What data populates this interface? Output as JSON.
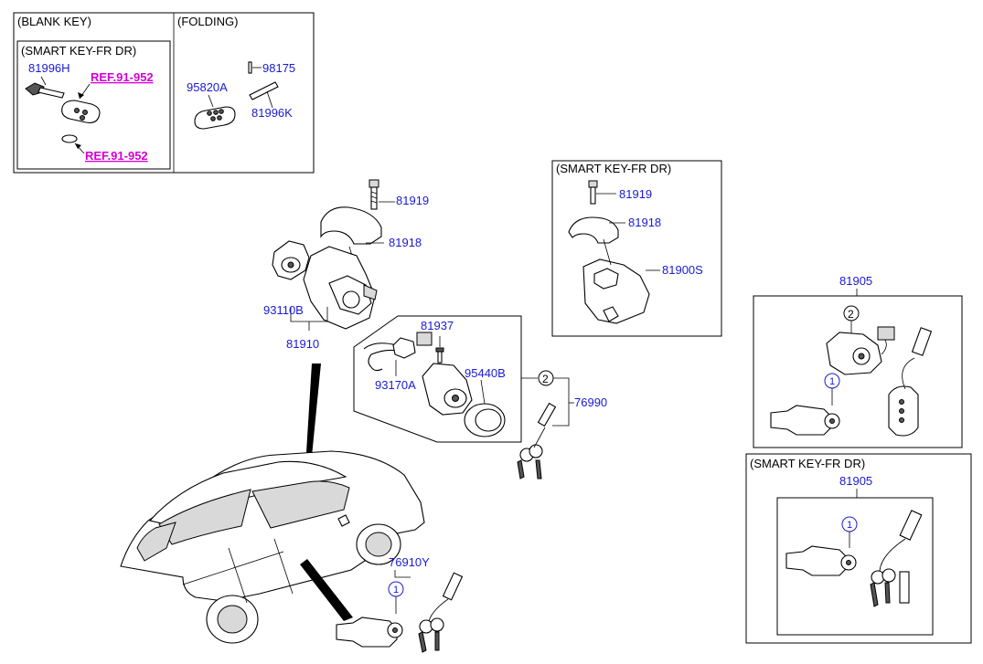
{
  "boxes": {
    "blank_key": "(BLANK KEY)",
    "folding": "(FOLDING)",
    "smart_key_a": "(SMART KEY-FR DR)",
    "smart_key_b": "(SMART KEY-FR DR)",
    "smart_key_c": "(SMART KEY-FR DR)"
  },
  "refs": {
    "ref1": "REF.91-952",
    "ref2": "REF.91-952"
  },
  "parts": {
    "p81996H": "81996H",
    "p95820A": "95820A",
    "p98175": "98175",
    "p81996K": "81996K",
    "p81919": "81919",
    "p81918": "81918",
    "p93110B": "93110B",
    "p81910": "81910",
    "p81937": "81937",
    "p93170A": "93170A",
    "p95440B": "95440B",
    "p76990": "76990",
    "p81919s": "81919",
    "p81918s": "81918",
    "p81900S": "81900S",
    "p81905": "81905",
    "p81905s": "81905",
    "p76910Y": "76910Y"
  },
  "callouts": {
    "c2a": "2",
    "c2b": "2",
    "c1a": "1",
    "c1b": "1",
    "c1c": "1"
  }
}
